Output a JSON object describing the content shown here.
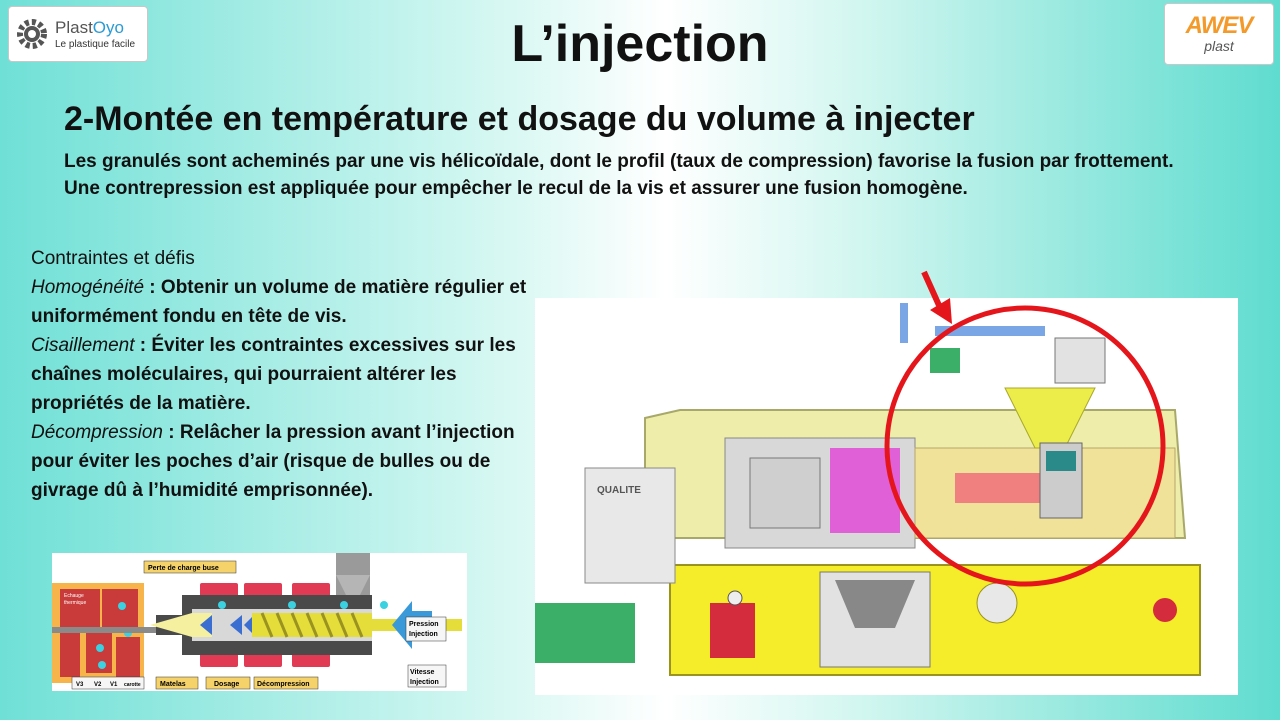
{
  "logos": {
    "left_brand_a": "Plast",
    "left_brand_b": "Oyo",
    "left_tagline": "Le plastique facile",
    "right_brand_a": "AWEV",
    "right_brand_b": "plast"
  },
  "title": "L’injection",
  "subtitle": "2-Montée en température et dosage du volume à injecter",
  "intro": {
    "line1": "Les granulés sont acheminés par une vis hélicoïdale, dont le profil (taux de compression) favorise la fusion par frottement.",
    "line2": "Une contrepression est appliquée pour empêcher le recul de la vis et assurer une fusion homogène."
  },
  "constraints": {
    "title": "Contraintes et défis",
    "items": [
      {
        "term": "Homogénéité",
        "text": " : Obtenir un volume de matière régulier et uniformément fondu en tête de vis."
      },
      {
        "term": "Cisaillement",
        "text": " : Éviter les contraintes excessives sur les chaînes moléculaires, qui pourraient altérer les propriétés de la matière."
      },
      {
        "term": "Décompression",
        "text": " : Relâcher la pression avant l’injection pour éviter les poches d’air (risque de bulles ou de givrage dû à l’humidité emprisonnée)."
      }
    ]
  },
  "diagram": {
    "perte": "Perte de charge buse",
    "echauffement_1": "Echauge",
    "echauffement_2": "thermique",
    "pression_1": "Pression",
    "pression_2": "Injection",
    "vitesse_1": "Vitesse",
    "vitesse_2": "Injection",
    "v3": "V3",
    "v2": "V2",
    "v1": "V1",
    "carotte": "carotte",
    "matelas": "Matelas",
    "dosage": "Dosage",
    "decompression": "Décompression"
  },
  "machine": {
    "qualite": "QUALITE"
  },
  "colors": {
    "highlight_circle": "#e4161b",
    "arrow": "#e4161b",
    "machine_yellow": "#f5ec2a",
    "pressure_arrow": "#3a9ad9"
  }
}
